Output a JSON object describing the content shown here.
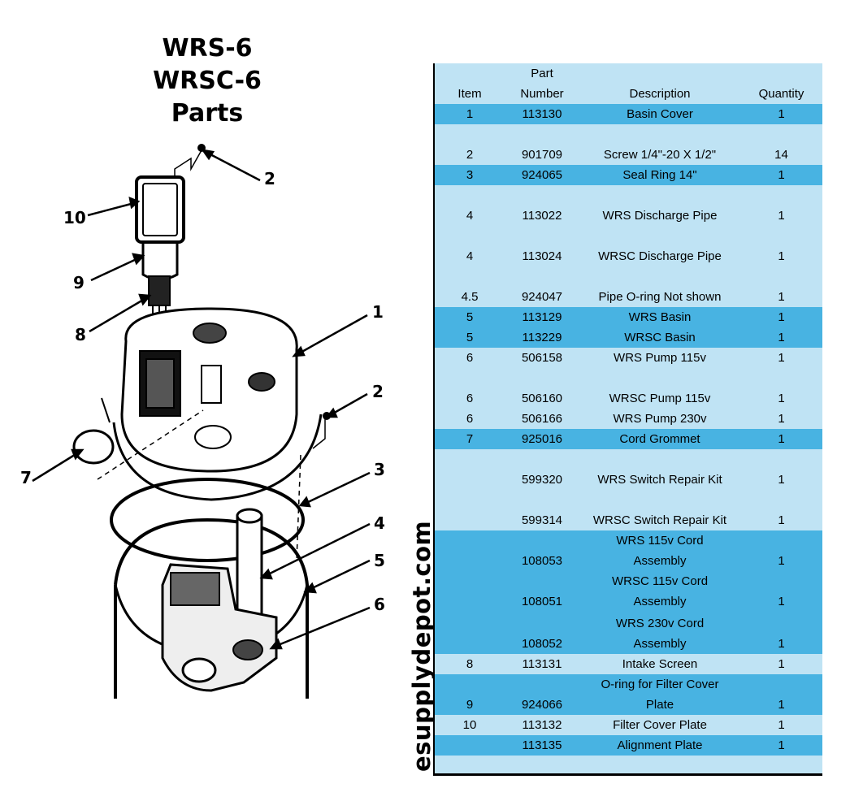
{
  "title": {
    "line1": "WRS-6",
    "line2": "WRSC-6",
    "line3": "Parts"
  },
  "watermark": "esupplydepot.com",
  "callouts": [
    "1",
    "2",
    "2",
    "3",
    "4",
    "5",
    "6",
    "7",
    "8",
    "9",
    "10"
  ],
  "table": {
    "headers": {
      "item": "Item",
      "part_line1": "Part",
      "part_line2": "Number",
      "description": "Description",
      "quantity": "Quantity"
    },
    "rows": [
      {
        "item": "1",
        "part": "113130",
        "desc": "Basin Cover",
        "qty": "1"
      },
      {
        "item": "2",
        "part": "901709",
        "desc": "Screw 1/4\"-20 X 1/2\"",
        "qty": "14"
      },
      {
        "item": "3",
        "part": "924065",
        "desc": "Seal Ring 14\"",
        "qty": "1"
      },
      {
        "item": "4",
        "part": "113022",
        "desc": "WRS Discharge Pipe",
        "qty": "1"
      },
      {
        "item": "4",
        "part": "113024",
        "desc": "WRSC Discharge Pipe",
        "qty": "1"
      },
      {
        "item": "4.5",
        "part": "924047",
        "desc": "Pipe O-ring Not shown",
        "qty": "1"
      },
      {
        "item": "5",
        "part": "113129",
        "desc": "WRS Basin",
        "qty": "1"
      },
      {
        "item": "5",
        "part": "113229",
        "desc": "WRSC Basin",
        "qty": "1"
      },
      {
        "item": "6",
        "part": "506158",
        "desc": "WRS Pump 115v",
        "qty": "1"
      },
      {
        "item": "6",
        "part": "506160",
        "desc": "WRSC Pump 115v",
        "qty": "1"
      },
      {
        "item": "6",
        "part": "506166",
        "desc": "WRS Pump 230v",
        "qty": "1"
      },
      {
        "item": "7",
        "part": "925016",
        "desc": "Cord Grommet",
        "qty": "1"
      },
      {
        "item": "",
        "part": "599320",
        "desc": "WRS Switch Repair Kit",
        "qty": "1"
      },
      {
        "item": "",
        "part": "599314",
        "desc": "WRSC Switch Repair Kit",
        "qty": "1"
      },
      {
        "item": "",
        "part": "108053",
        "desc1": "WRS 115v Cord",
        "desc2": "Assembly",
        "qty": "1"
      },
      {
        "item": "",
        "part": "108051",
        "desc1": "WRSC 115v Cord",
        "desc2": "Assembly",
        "qty": "1"
      },
      {
        "item": "",
        "part": "108052",
        "desc1": "WRS 230v Cord",
        "desc2": "Assembly",
        "qty": "1"
      },
      {
        "item": "8",
        "part": "113131",
        "desc": "Intake Screen",
        "qty": "1"
      },
      {
        "item": "9",
        "part": "924066",
        "desc1": "O-ring for Filter Cover",
        "desc2": "Plate",
        "qty": "1"
      },
      {
        "item": "10",
        "part": "113132",
        "desc": "Filter Cover Plate",
        "qty": "1"
      },
      {
        "item": "",
        "part": "113135",
        "desc": "Alignment Plate",
        "qty": "1"
      }
    ]
  }
}
